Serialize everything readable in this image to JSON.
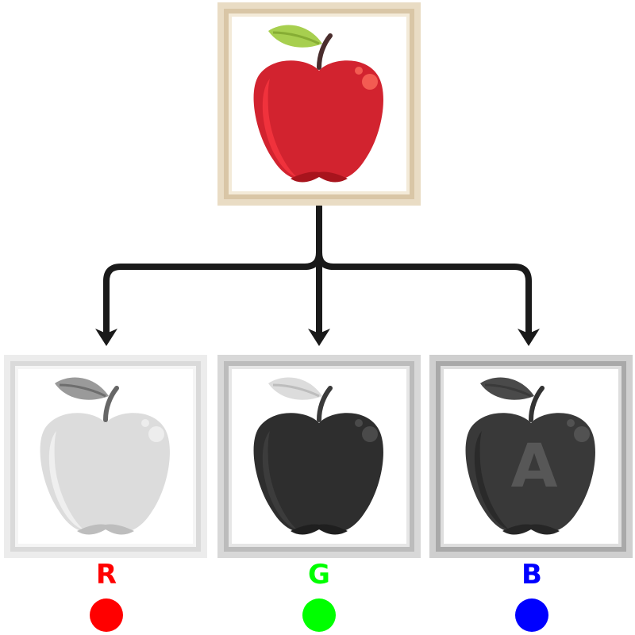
{
  "channels": [
    {
      "label": "R",
      "color": "#ff0000"
    },
    {
      "label": "G",
      "color": "#00ff00"
    },
    {
      "label": "B",
      "color": "#0000ff"
    }
  ],
  "alpha_label": "A",
  "source_image": "red-apple-icon",
  "arrow_color": "#1a1a1a"
}
